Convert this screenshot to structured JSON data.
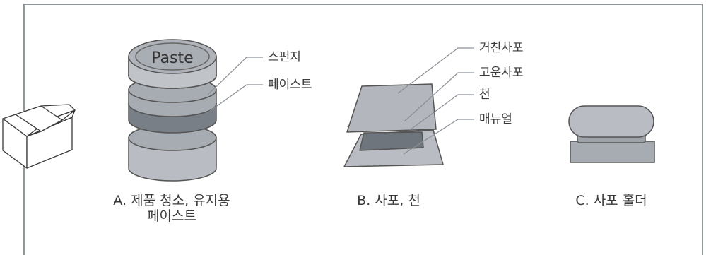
{
  "paste_lid_text": "Paste",
  "callouts": {
    "sponge": "스펀지",
    "paste": "페이스트",
    "coarse_cloth": "거친사포",
    "fine_cloth": "고운사포",
    "cloth": "천",
    "manual": "매뉴얼"
  },
  "captions": {
    "a_line1": "A. 제품 청소, 유지용",
    "a_line2": "페이스트",
    "b": "B. 사포, 천",
    "c": "C. 사포 홀더"
  }
}
